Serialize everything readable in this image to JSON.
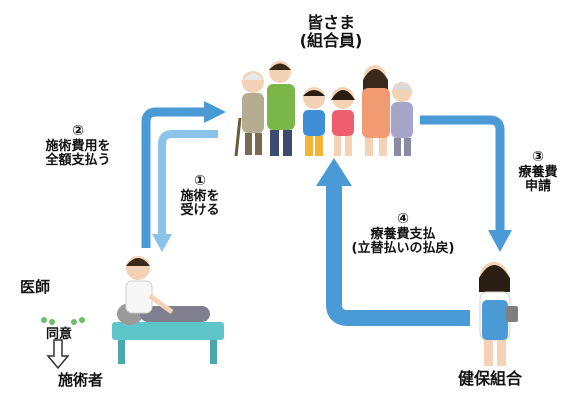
{
  "members": {
    "title": "皆さま",
    "subtitle": "(組合員)"
  },
  "step1": {
    "num": "①",
    "line1": "施術を",
    "line2": "受ける"
  },
  "step2": {
    "num": "②",
    "line1": "施術費用を",
    "line2": "全額支払う"
  },
  "step3": {
    "num": "③",
    "line1": "療養費",
    "line2": "申請"
  },
  "step4": {
    "num": "④",
    "line1": "療養費支払",
    "line2": "(立替払いの払戻)"
  },
  "doctor": {
    "label": "医師"
  },
  "consent": {
    "label": "同意"
  },
  "practitioner": {
    "label": "施術者"
  },
  "insurer": {
    "label": "健保組合"
  },
  "colors": {
    "arrow": "#4a9ad6",
    "arrow_light": "#8cc3ea"
  }
}
